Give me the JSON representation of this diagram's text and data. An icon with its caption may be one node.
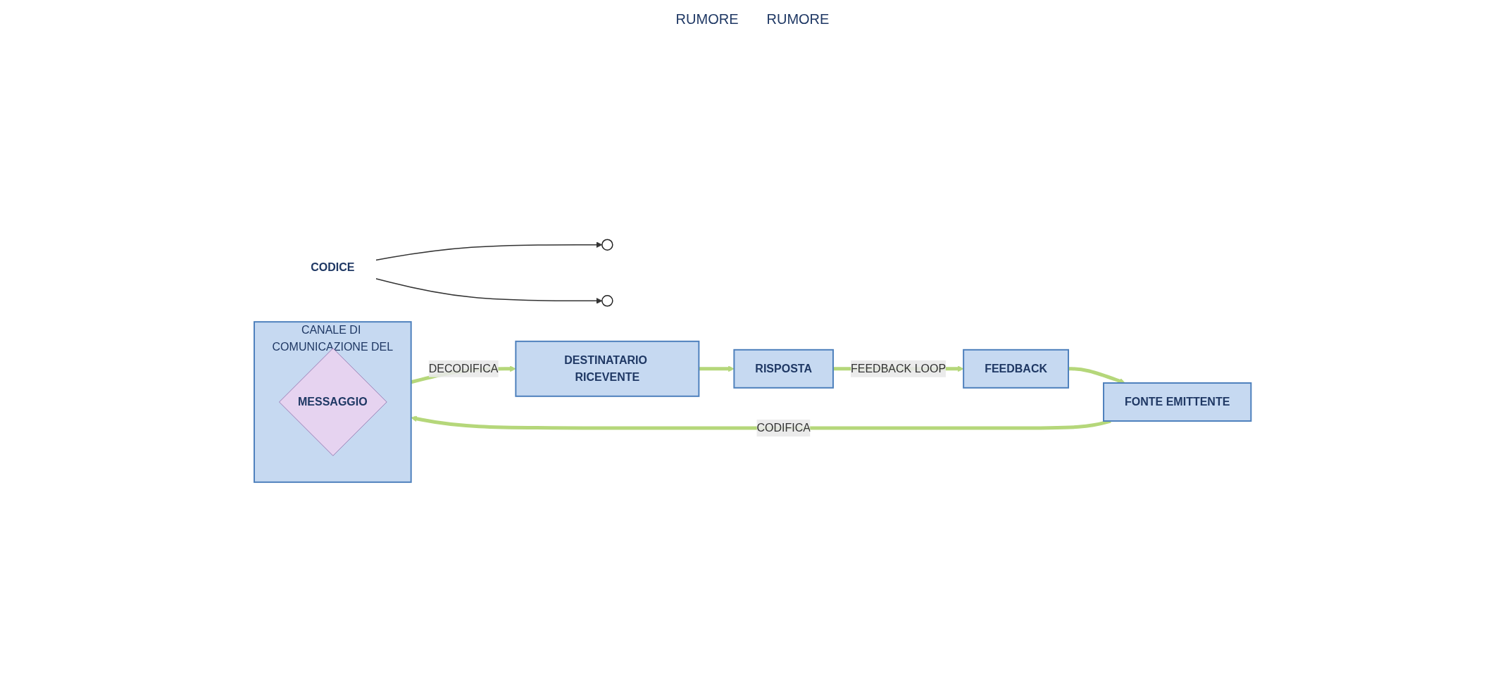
{
  "diagram": {
    "nodes": [
      {
        "text": [
          "CODICE"
        ]
      },
      {
        "text": [],
        "shape": "circle"
      },
      {
        "text": [],
        "shape": "circle"
      },
      {
        "text": [
          "FONTE EMITTENTE"
        ]
      },
      {
        "text": [
          "CANALE DI COMUNICAZIONE DEL"
        ]
      },
      {
        "text": [
          "MESSAGGIO"
        ],
        "in": 4
      },
      {
        "text": [
          "DESTINATARIO RICEVENTE"
        ]
      },
      {
        "text": [
          "FEEDBACK"
        ]
      },
      {
        "text": [
          "RISPOSTA"
        ]
      }
    ],
    "edges": [
      {
        "from": 0,
        "to": 1,
        "arrow": "to",
        "color": "#333333"
      },
      {
        "from": 0,
        "to": 2,
        "arrow": "to",
        "color": "#333333"
      },
      {
        "from": 3,
        "to": 4,
        "arrow": "to",
        "label": "CODIFICA"
      },
      {
        "from": 4,
        "to": 6,
        "arrow": "to",
        "label": "DECODIFICA"
      },
      {
        "from": 6,
        "to": 8,
        "arrow": "to"
      },
      {
        "from": 8,
        "to": 7,
        "arrow": "to",
        "label": "FEEDBACK LOOP"
      },
      {
        "from": 7,
        "to": 3,
        "arrow": "to"
      }
    ],
    "labels": [
      "RUMORE",
      "RUMORE"
    ]
  }
}
